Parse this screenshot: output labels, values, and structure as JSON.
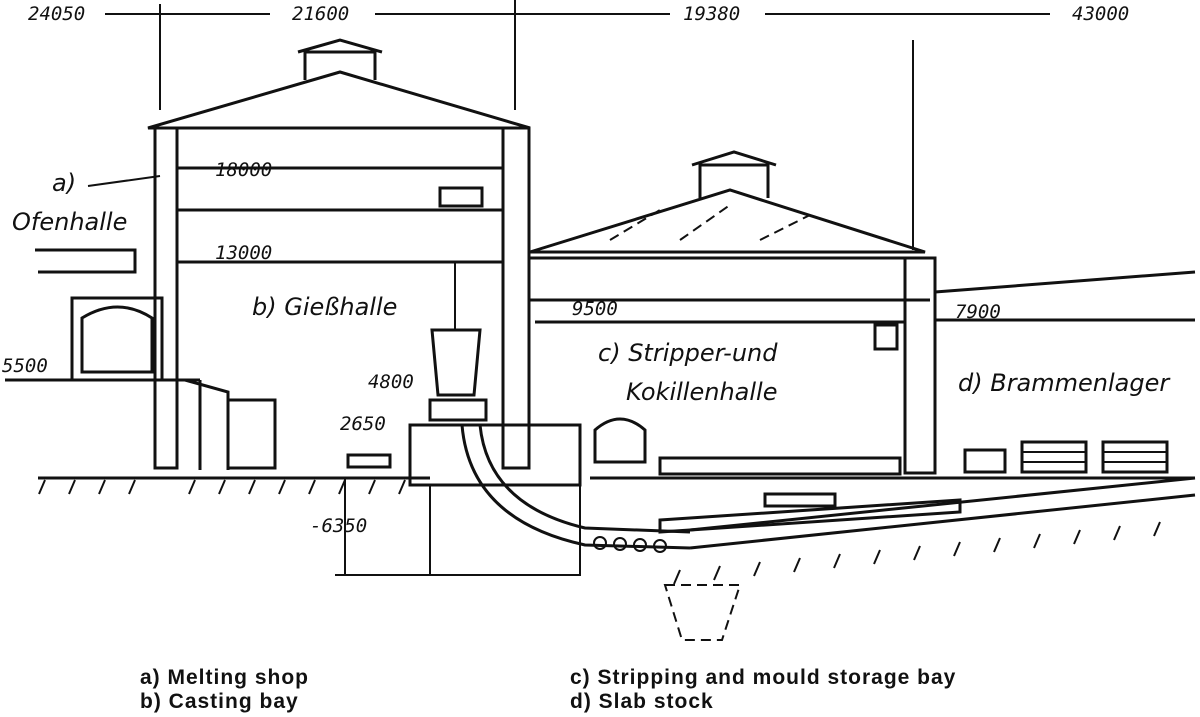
{
  "dimensions": [
    "24050",
    "21600",
    "19380",
    "43000"
  ],
  "levels": {
    "l18000": "18000",
    "l13000": "13000",
    "l9500": "9500",
    "l7900": "7900",
    "l5500": "5500",
    "l4800": "4800",
    "l2650": "2650",
    "l_6350": "-6350"
  },
  "halls": {
    "a_line1": "a)",
    "a_line2": "Ofenhalle",
    "b": "b) Gießhalle",
    "c_line1": "c) Stripper-und",
    "c_line2": "Kokillenhalle",
    "d": "d) Brammenlager"
  },
  "legend": {
    "a": "a)  Melting shop",
    "b": "b)  Casting bay",
    "c": "c)  Stripping and mould storage bay",
    "d": "d)  Slab stock"
  }
}
